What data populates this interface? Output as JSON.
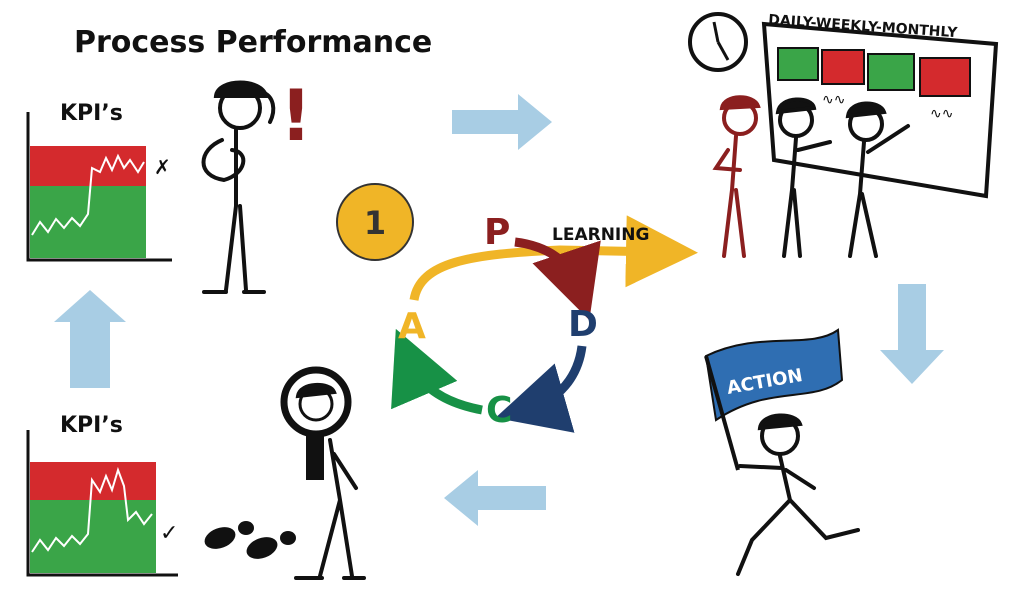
{
  "title": "Process Performance",
  "kpi_top": {
    "label": "KPI’s",
    "mark": "✗"
  },
  "kpi_bottom": {
    "label": "KPI’s",
    "mark": "✓"
  },
  "step_badge": "1",
  "cycle": {
    "p": "P",
    "d": "D",
    "c": "C",
    "a": "A",
    "learning": "LEARNING"
  },
  "board": {
    "title": "DAILY-WEEKLY-MONTHLY",
    "cells": [
      "green",
      "red",
      "green",
      "red"
    ],
    "scribble": "∿∿"
  },
  "alert_mark": "!",
  "flag_text": "ACTION",
  "colors": {
    "red": "#d42a2d",
    "green": "#3aa548",
    "arrow": "#a8cde4",
    "p": "#8b1f1f",
    "d": "#1f3e6e",
    "c": "#179146",
    "a": "#f0b527",
    "badge": "#f0b527",
    "flag": "#2f6eb2"
  }
}
